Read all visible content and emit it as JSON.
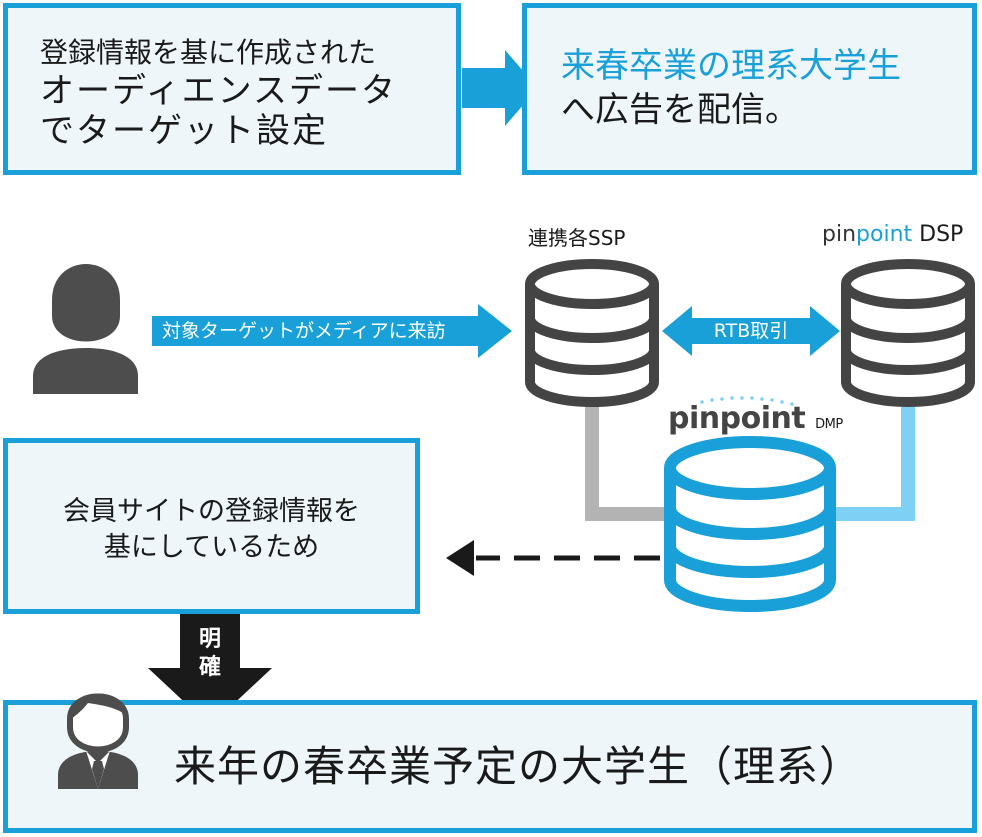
{
  "top_left_box": {
    "lines": [
      "登録情報を基に作成された",
      "オーディエンスデータ",
      "でターゲット設定"
    ]
  },
  "top_right_box": {
    "line1": "来春卒業の理系大学生",
    "line2": "へ広告を配信。"
  },
  "ssp": {
    "label": "連携各SSP"
  },
  "dsp": {
    "label_pin": "pin",
    "label_point": "point",
    "label_suffix": "DSP"
  },
  "visit_arrow": {
    "label": "対象ターゲットがメディアに来訪"
  },
  "rtb_arrow": {
    "label": "RTB取引"
  },
  "dmp": {
    "label_pin": "pin",
    "label_point": "point",
    "label_suffix": "DMP"
  },
  "member_box": {
    "lines": [
      "会員サイトの登録情報を",
      "基にしているため"
    ]
  },
  "clear_arrow": {
    "label_chars": [
      "明",
      "確"
    ]
  },
  "bottom_box": {
    "label": "来年の春卒業予定の大学生（理系）"
  },
  "colors": {
    "accent": "#1aa0d8",
    "light_blue": "#7fd0f5",
    "gray": "#b3b3b3",
    "dark": "#444444"
  }
}
